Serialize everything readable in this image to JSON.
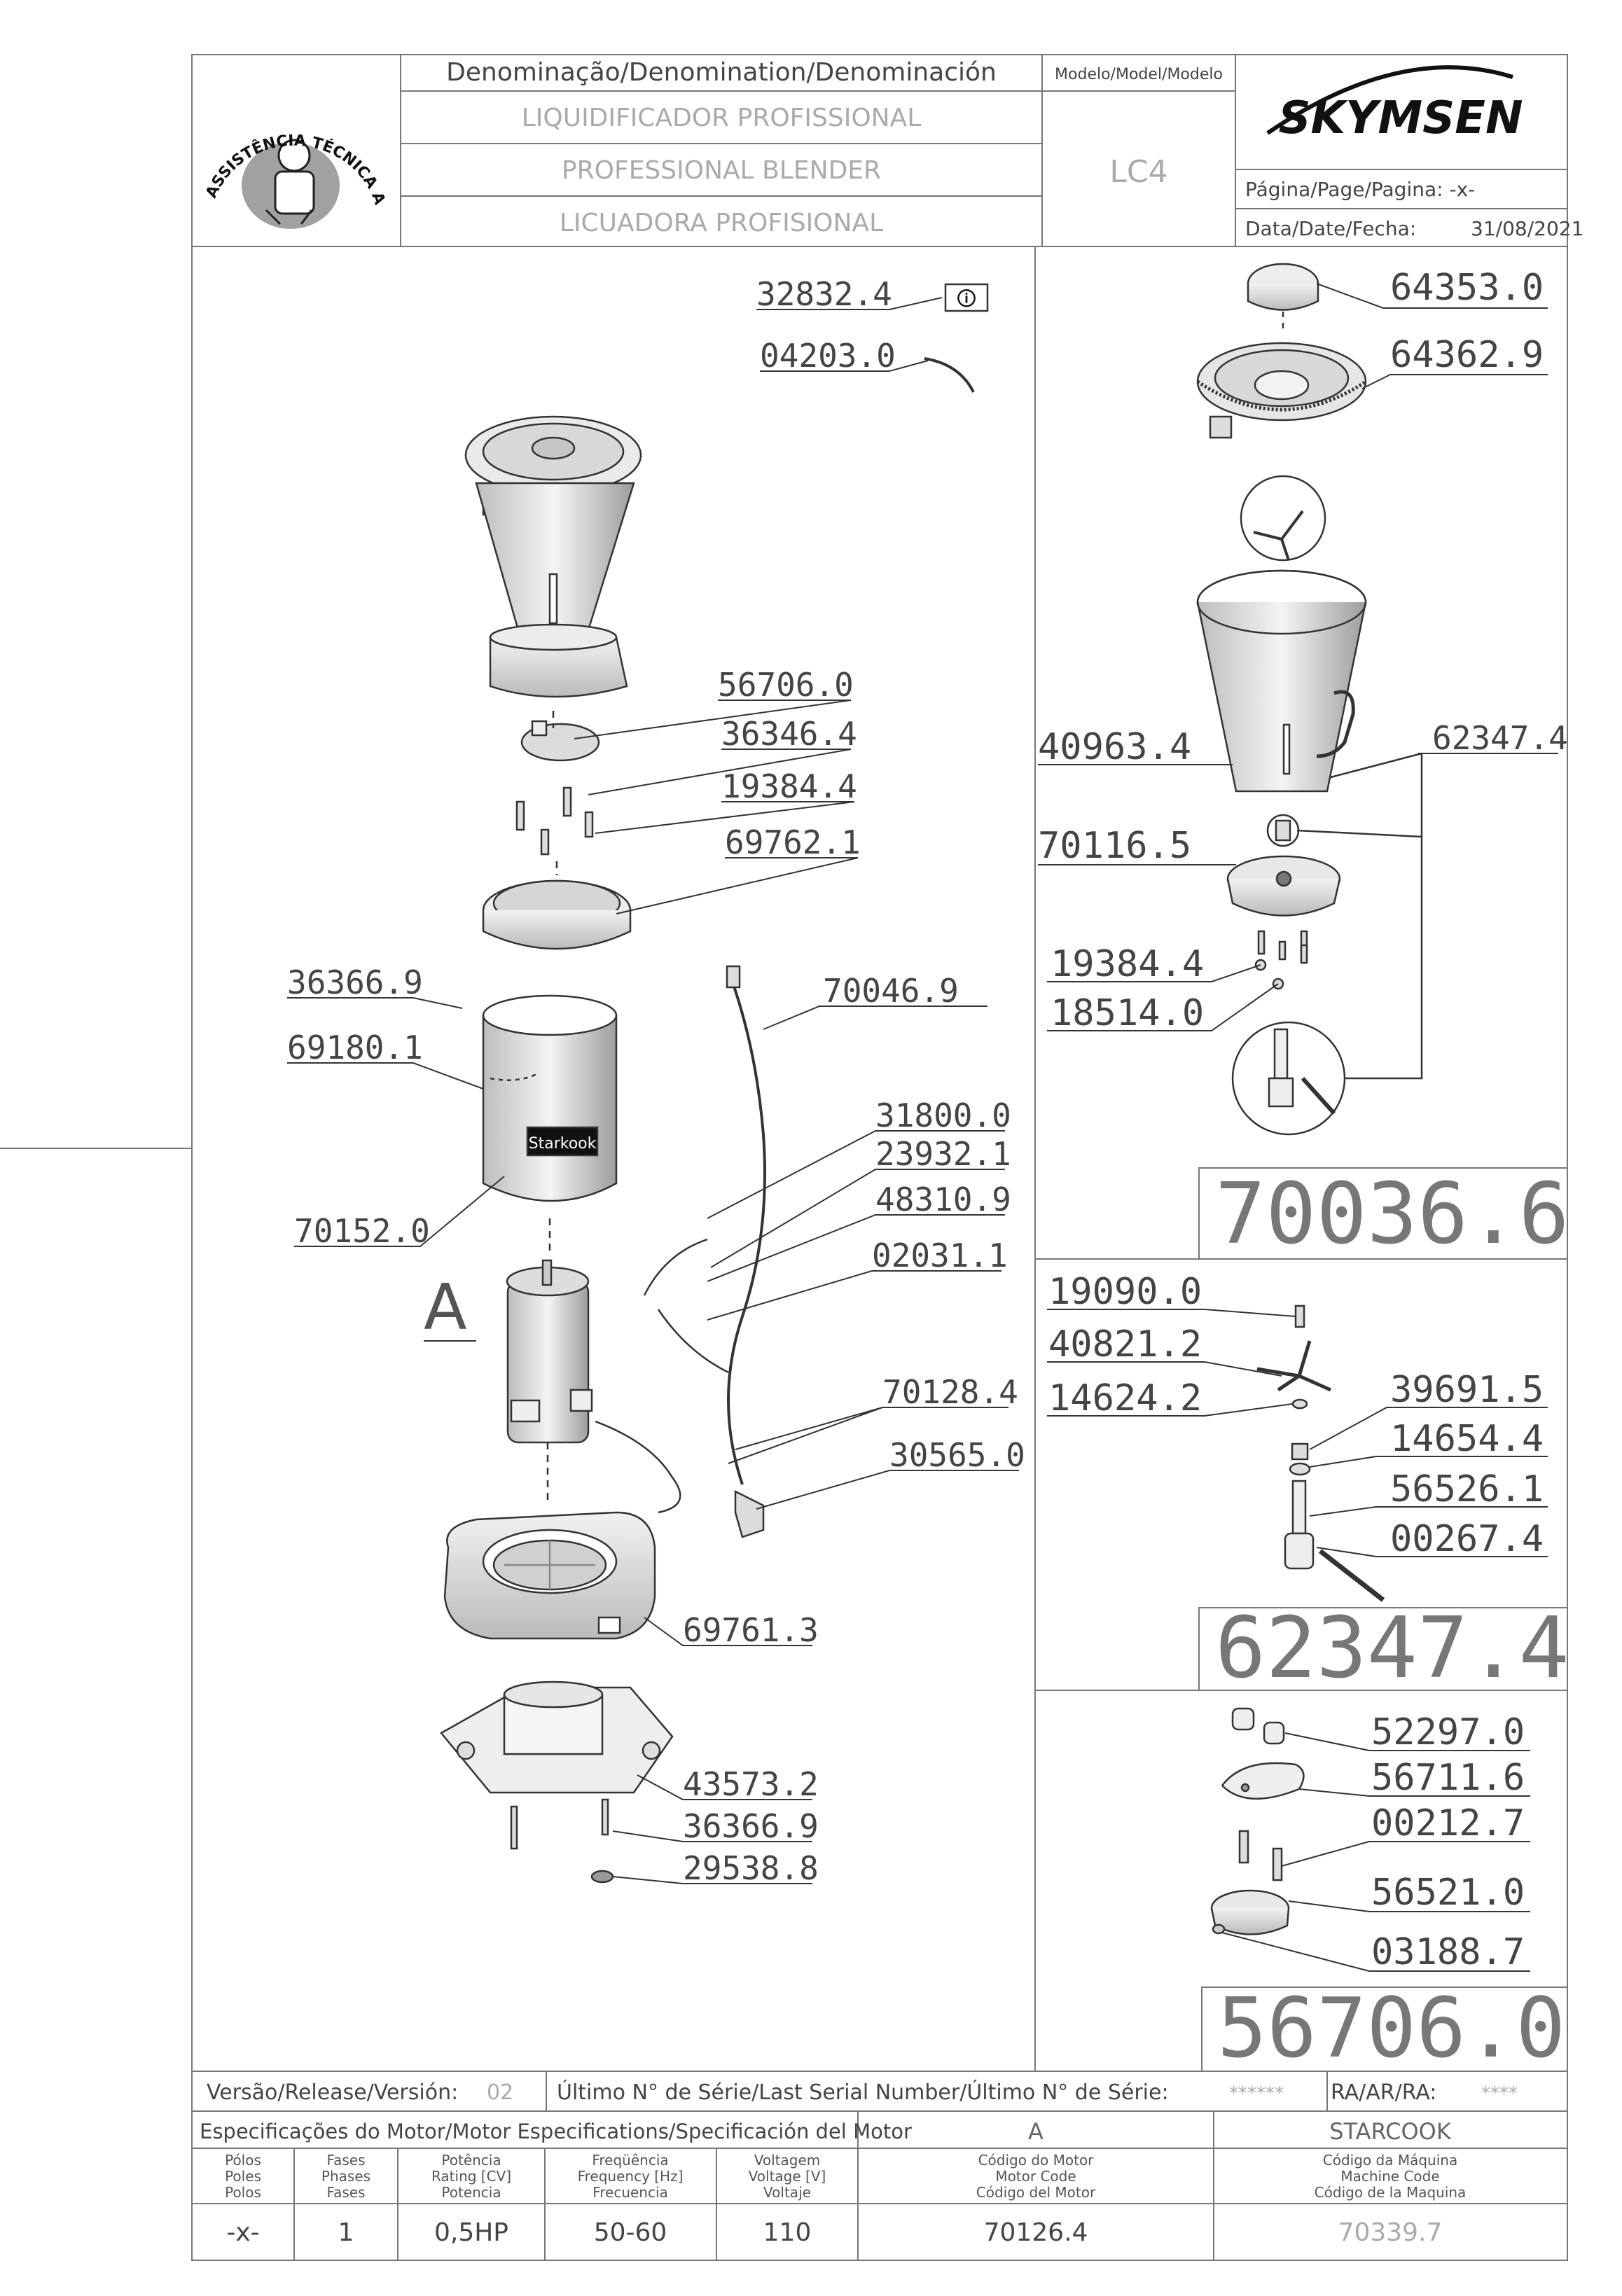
{
  "header": {
    "denomination_label": "Denominação/Denomination/Denominación",
    "model_label": "Modelo/Model/Modelo",
    "name_pt": "LIQUIDIFICADOR PROFISSIONAL",
    "name_en": "PROFESSIONAL BLENDER",
    "name_es": "LICUADORA PROFISIONAL",
    "model": "LC4",
    "brand": "SKYMSEN",
    "page_label": "Página/Page/Pagina: -x-",
    "date_label": "Data/Date/Fecha:",
    "date": "31/08/2021",
    "seal_text": "ASSISTÊNCIA TÉCNICA AUTORIZADA"
  },
  "main_parts": {
    "p1": "32832.4",
    "p2": "04203.0",
    "p3": "56706.0",
    "p4": "36346.4",
    "p5": "19384.4",
    "p6": "69762.1",
    "p7": "36366.9",
    "p8": "69180.1",
    "p9": "70046.9",
    "p10": "31800.0",
    "p11": "23932.1",
    "p12": "48310.9",
    "p13": "02031.1",
    "p14": "70152.0",
    "p15": "70128.4",
    "p16": "30565.0",
    "p17": "69761.3",
    "p18": "43573.2",
    "p19": "36366.9",
    "p20": "29538.8",
    "motor_ref": "A",
    "brand_plate": "Starkook"
  },
  "assembly1": {
    "p1": "64353.0",
    "p2": "64362.9",
    "p3": "40963.4",
    "p4": "62347.4",
    "p5": "70116.5",
    "p6": "19384.4",
    "p7": "18514.0",
    "title": "70036.6"
  },
  "assembly2": {
    "p1": "19090.0",
    "p2": "40821.2",
    "p3": "14624.2",
    "p4": "39691.5",
    "p5": "14654.4",
    "p6": "56526.1",
    "p7": "00267.4",
    "title": "62347.4"
  },
  "assembly3": {
    "p1": "52297.0",
    "p2": "56711.6",
    "p3": "00212.7",
    "p4": "56521.0",
    "p5": "03188.7",
    "title": "56706.0"
  },
  "footer": {
    "version_label": "Versão/Release/Versión:",
    "version": "02",
    "serial_label": "Último N° de Série/Last Serial Number/Último N° de Série:",
    "serial": "******",
    "ra_label": "RA/AR/RA:",
    "ra": "****",
    "motor_spec_label": "Especificações do Motor/Motor Especifications/Specificación del Motor",
    "motor_ref": "A",
    "brand_line": "STARCOOK",
    "col_poles": [
      "Pólos",
      "Poles",
      "Polos"
    ],
    "col_phases": [
      "Fases",
      "Phases",
      "Fases"
    ],
    "col_rating": [
      "Potência",
      "Rating [CV]",
      "Potencia"
    ],
    "col_freq": [
      "Freqüência",
      "Frequency [Hz]",
      "Frecuencia"
    ],
    "col_voltage": [
      "Voltagem",
      "Voltage [V]",
      "Voltaje"
    ],
    "col_motor_code": [
      "Código do Motor",
      "Motor Code",
      "Código del Motor"
    ],
    "col_machine_code": [
      "Código da Máquina",
      "Machine Code",
      "Código de la Maquina"
    ],
    "val_poles": "-x-",
    "val_phases": "1",
    "val_rating": "0,5HP",
    "val_freq": "50-60",
    "val_voltage": "110",
    "val_motor_code": "70126.4",
    "val_machine_code": "70339.7"
  }
}
